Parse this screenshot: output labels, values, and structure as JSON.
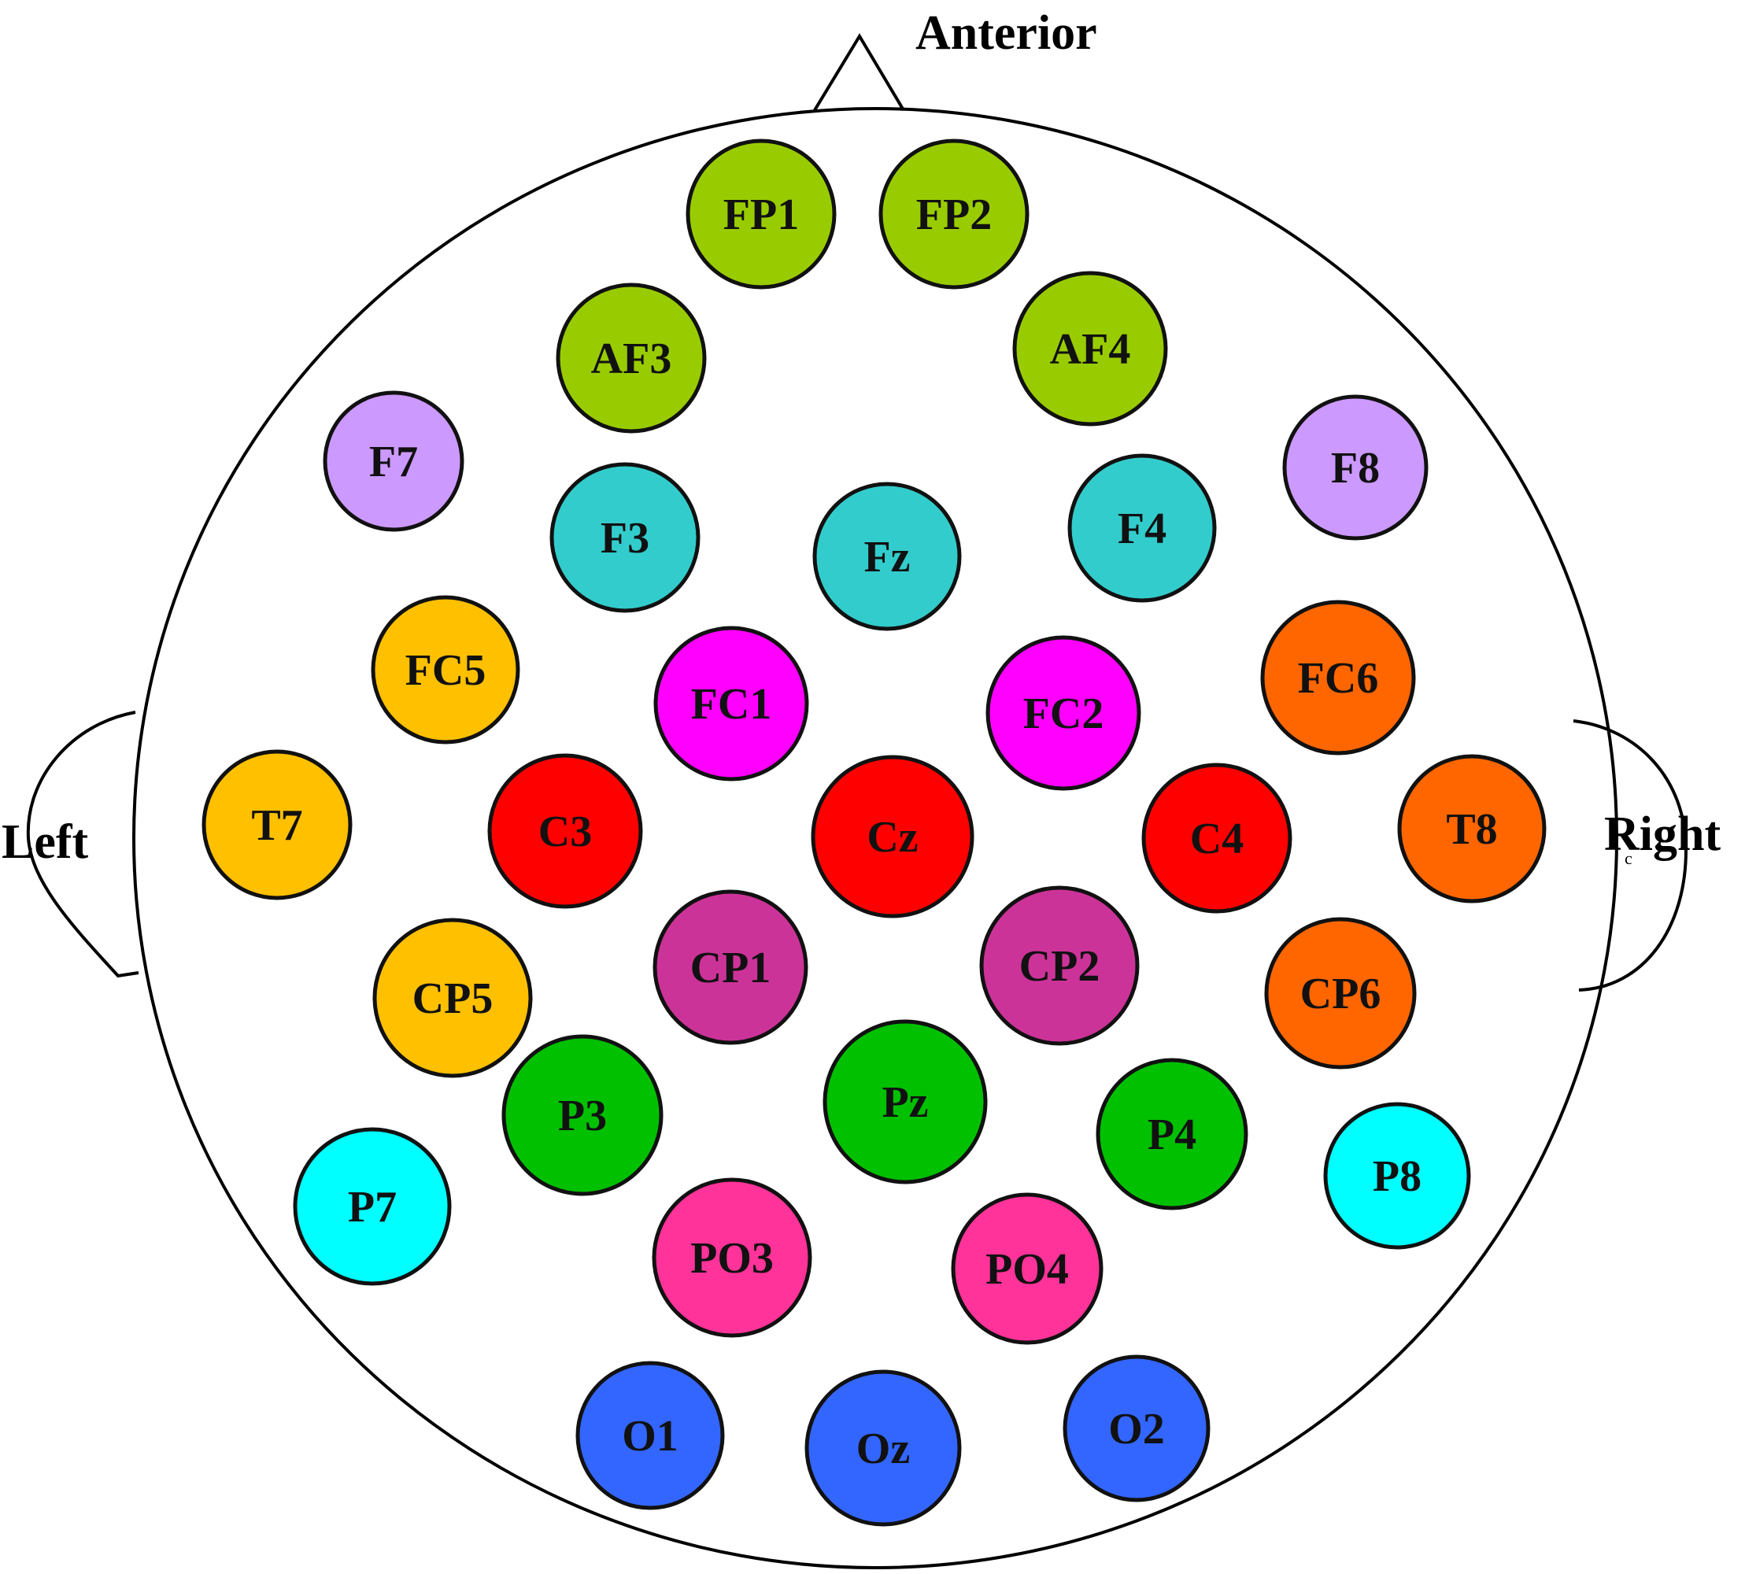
{
  "labels": {
    "anterior": "Anterior",
    "left": "Left",
    "right": "Right",
    "stray_mark": "c"
  },
  "colors": {
    "prefrontal": "#99cc00",
    "frontal_lateral": "#cc99ff",
    "frontal": "#33cccc",
    "fronto_central_left": "#ffc000",
    "fronto_central": "#ff00ff",
    "right_lateral": "#ff6600",
    "central": "#ff0000",
    "centro_parietal": "#cc3399",
    "parietal": "#00c000",
    "parieto_lateral": "#00ffff",
    "parieto_occipital": "#ff3399",
    "occipital": "#3366ff"
  },
  "electrodes": [
    {
      "label": "FP1",
      "color": "#99cc00"
    },
    {
      "label": "FP2",
      "color": "#99cc00"
    },
    {
      "label": "AF3",
      "color": "#99cc00"
    },
    {
      "label": "AF4",
      "color": "#99cc00"
    },
    {
      "label": "F7",
      "color": "#cc99ff"
    },
    {
      "label": "F8",
      "color": "#cc99ff"
    },
    {
      "label": "F3",
      "color": "#33cccc"
    },
    {
      "label": "Fz",
      "color": "#33cccc"
    },
    {
      "label": "F4",
      "color": "#33cccc"
    },
    {
      "label": "FC5",
      "color": "#ffc000"
    },
    {
      "label": "FC1",
      "color": "#ff00ff"
    },
    {
      "label": "FC2",
      "color": "#ff00ff"
    },
    {
      "label": "FC6",
      "color": "#ff6600"
    },
    {
      "label": "T7",
      "color": "#ffc000"
    },
    {
      "label": "C3",
      "color": "#ff0000"
    },
    {
      "label": "Cz",
      "color": "#ff0000"
    },
    {
      "label": "C4",
      "color": "#ff0000"
    },
    {
      "label": "T8",
      "color": "#ff6600"
    },
    {
      "label": "CP5",
      "color": "#ffc000"
    },
    {
      "label": "CP1",
      "color": "#cc3399"
    },
    {
      "label": "CP2",
      "color": "#cc3399"
    },
    {
      "label": "CP6",
      "color": "#ff6600"
    },
    {
      "label": "P3",
      "color": "#00c000"
    },
    {
      "label": "Pz",
      "color": "#00c000"
    },
    {
      "label": "P4",
      "color": "#00c000"
    },
    {
      "label": "P7",
      "color": "#00ffff"
    },
    {
      "label": "P8",
      "color": "#00ffff"
    },
    {
      "label": "PO3",
      "color": "#ff3399"
    },
    {
      "label": "PO4",
      "color": "#ff3399"
    },
    {
      "label": "O1",
      "color": "#3366ff"
    },
    {
      "label": "Oz",
      "color": "#3366ff"
    },
    {
      "label": "O2",
      "color": "#3366ff"
    }
  ]
}
